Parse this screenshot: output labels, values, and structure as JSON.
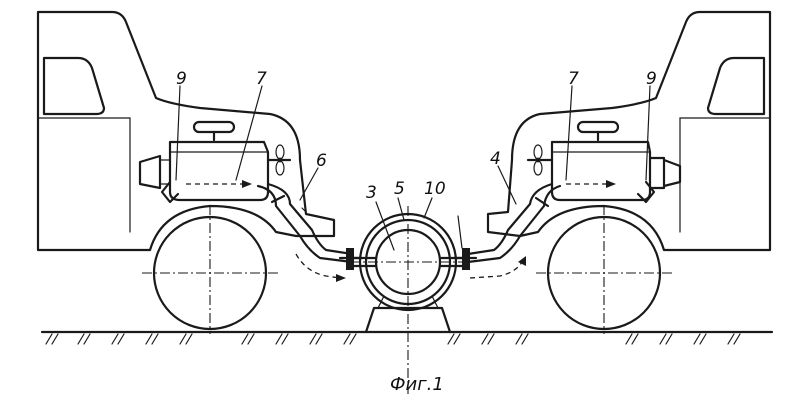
{
  "labels": {
    "left_9": "9",
    "left_7": "7",
    "label_6": "6",
    "label_3": "3",
    "label_5": "5",
    "label_10": "10",
    "label_4": "4",
    "right_7": "7",
    "right_9": "9"
  },
  "caption": "Фиг.1"
}
